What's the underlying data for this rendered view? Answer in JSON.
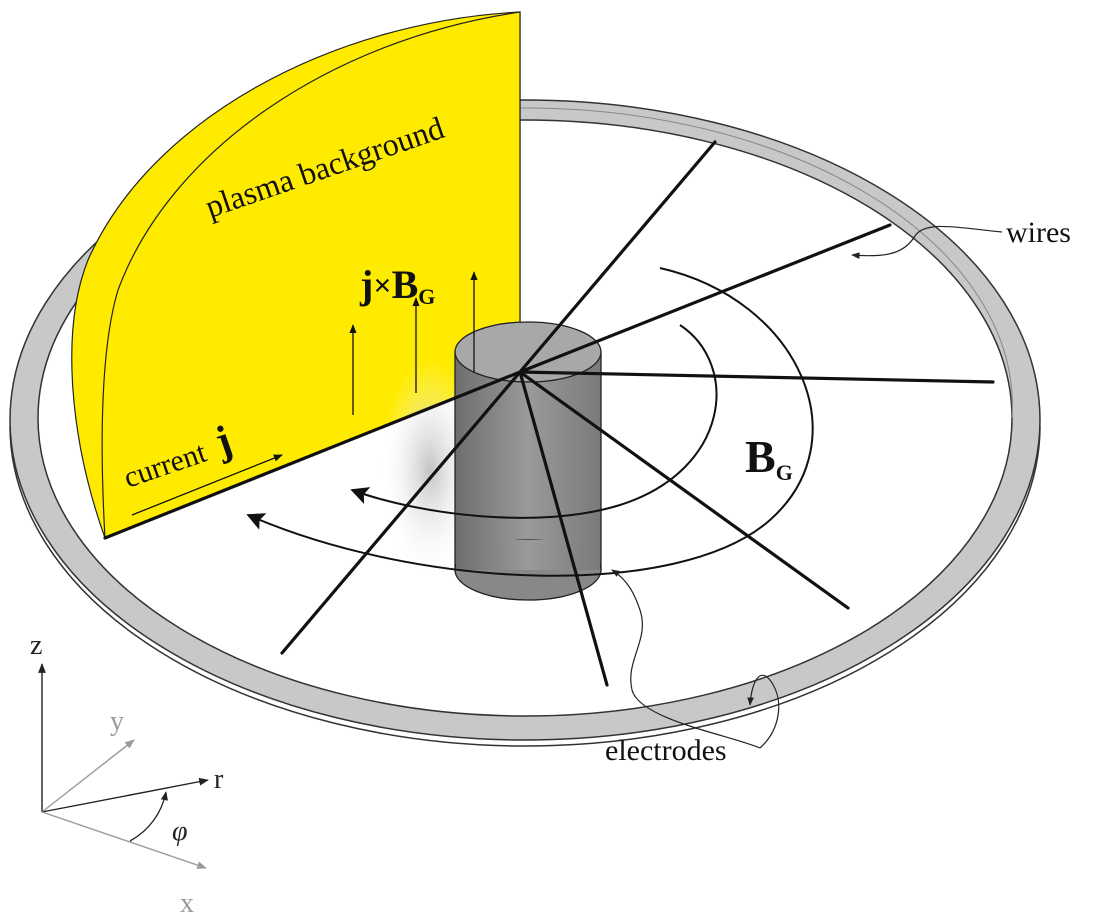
{
  "diagram": {
    "labels": {
      "plasma_background": "plasma background",
      "current_word": "current",
      "current_symbol": "j",
      "force_j": "j",
      "force_cross": "×",
      "force_B": "B",
      "force_sub": "G",
      "field_B": "B",
      "field_sub": "G",
      "wires": "wires",
      "electrodes": "electrodes"
    },
    "axes": {
      "z": "z",
      "y": "y",
      "r": "r",
      "phi": "φ",
      "x": "x"
    },
    "colors": {
      "plasma_fill": "#ffeb00",
      "ring_fill": "#c8c8c8",
      "ring_edge": "#444444",
      "cylinder_fill": "#8c8c8c",
      "cylinder_top": "#a8a8a8",
      "wire_color": "#111111",
      "axis_gray": "#9a9a9a"
    }
  }
}
